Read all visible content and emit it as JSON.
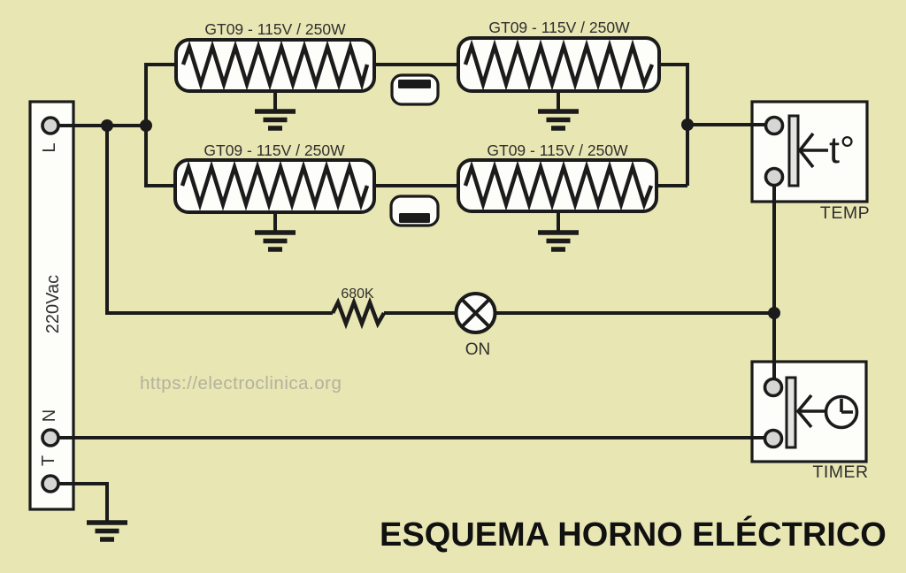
{
  "diagram": {
    "title": "ESQUEMA HORNO ELÉCTRICO",
    "watermark": "https://electroclinica.org"
  },
  "supply": {
    "voltage_label": "220Vac",
    "line_label": "L",
    "neutral_label": "N",
    "earth_label": "T"
  },
  "heaters": {
    "labels": [
      "GT09 - 115V / 250W",
      "GT09 - 115V / 250W",
      "GT09 - 115V / 250W",
      "GT09 - 115V / 250W"
    ]
  },
  "indicator": {
    "resistor_value": "680K",
    "lamp_label": "ON"
  },
  "temp_switch": {
    "symbol": "t°",
    "label": "TEMP"
  },
  "timer_switch": {
    "label": "TIMER"
  },
  "colors": {
    "background": "#e8e6b3",
    "line": "#1b1b1b",
    "box_fill": "#fdfdf9",
    "terminal_fill": "#d6d6d4",
    "watermark": "#b3b29c"
  }
}
